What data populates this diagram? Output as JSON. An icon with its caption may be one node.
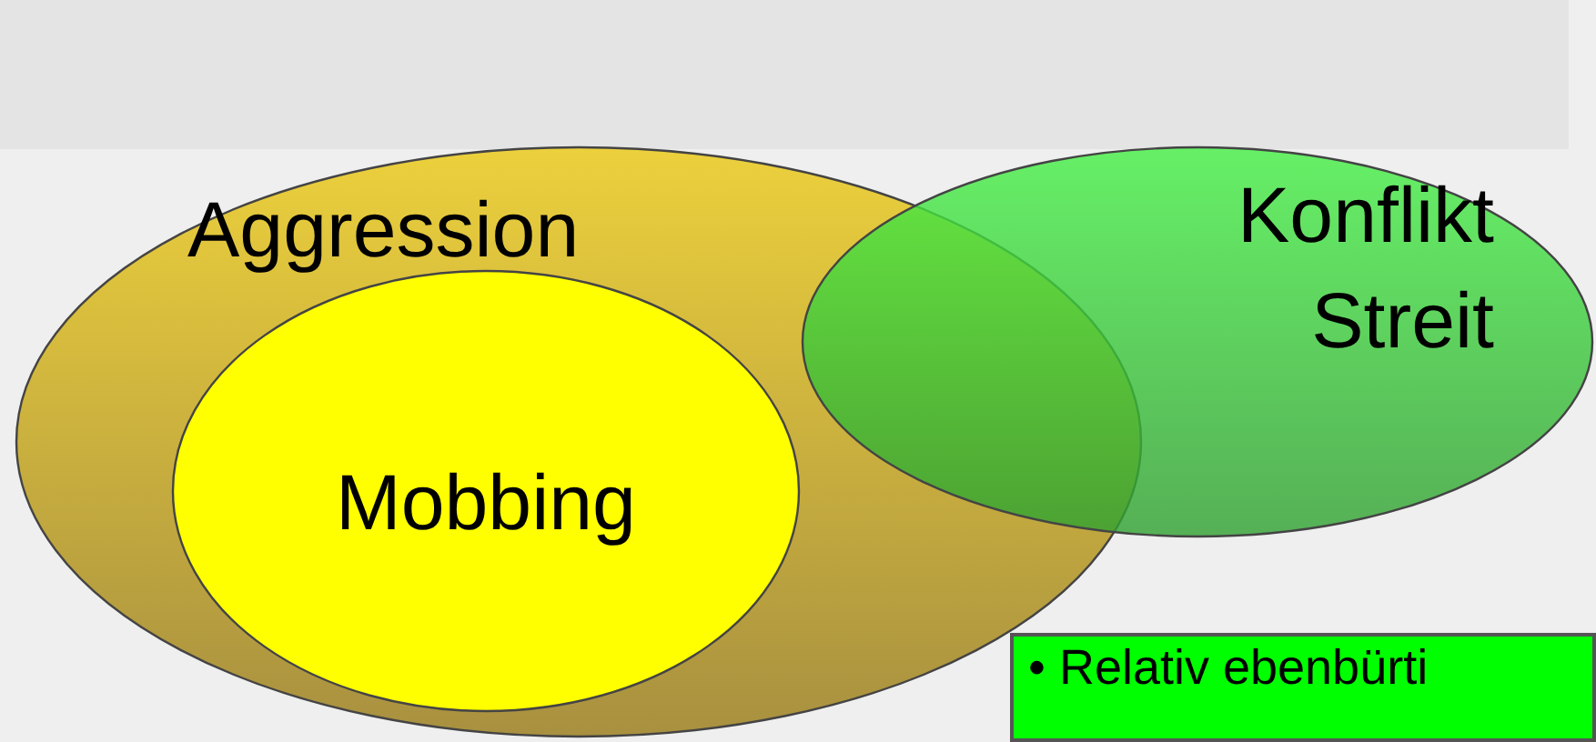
{
  "diagram": {
    "nodes": [
      {
        "text": [
          "Aggression"
        ]
      },
      {
        "text": [
          "Mobbing"
        ],
        "in": 0
      },
      {
        "text": [
          "Konflikt Streit"
        ]
      },
      {
        "text": [
          "• Relativ ebenbürti"
        ]
      }
    ]
  }
}
